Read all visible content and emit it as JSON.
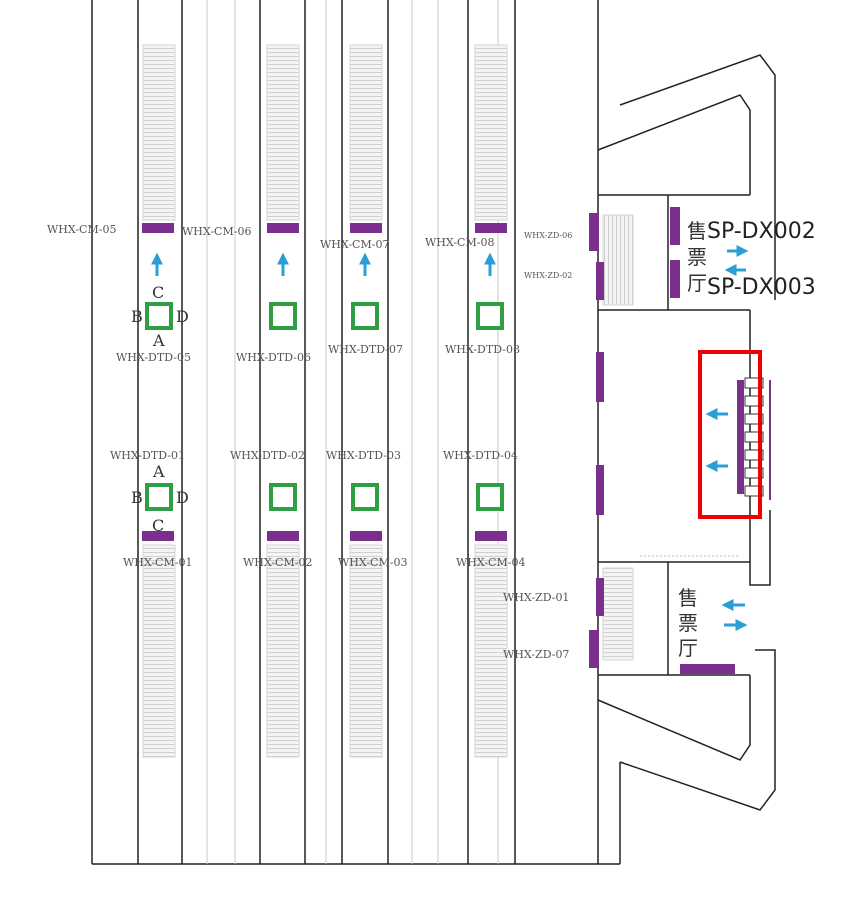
{
  "map": {
    "colors": {
      "wall": "#222222",
      "gate": "#7b2e8e",
      "entrance": "#2ea043",
      "arrow": "#2a9fd6",
      "highlight": "#ee0000",
      "stair": "#cfcfcf"
    },
    "cm_labels": {
      "cm05": "WHX-CM-05",
      "cm06": "WHX-CM-06",
      "cm07": "WHX-CM-07",
      "cm08": "WHX-CM-08",
      "cm01": "WHX-CM-01",
      "cm02": "WHX-CM-02",
      "cm03": "WHX-CM-03",
      "cm04": "WHX-CM-04"
    },
    "dtd_labels": {
      "dtd05": "WHX-DTD-05",
      "dtd06": "WHX-DTD-06",
      "dtd07": "WHX-DTD-07",
      "dtd08": "WHX-DTD-08",
      "dtd01": "WHX-DTD-01",
      "dtd02": "WHX-DTD-02",
      "dtd03": "WHX-DTD-03",
      "dtd04": "WHX-DTD-04"
    },
    "zd_labels": {
      "zd06": "WHX-ZD-06",
      "zd02": "WHX-ZD-02",
      "zd01": "WHX-ZD-01",
      "zd07": "WHX-ZD-07"
    },
    "exit_labels": {
      "dx002": "SP-DX002",
      "dx003": "SP-DX003"
    },
    "ticket_hall": {
      "c1": "售",
      "c2": "票",
      "c3": "厅"
    },
    "face_letters": {
      "a": "A",
      "b": "B",
      "c": "C",
      "d": "D"
    }
  }
}
